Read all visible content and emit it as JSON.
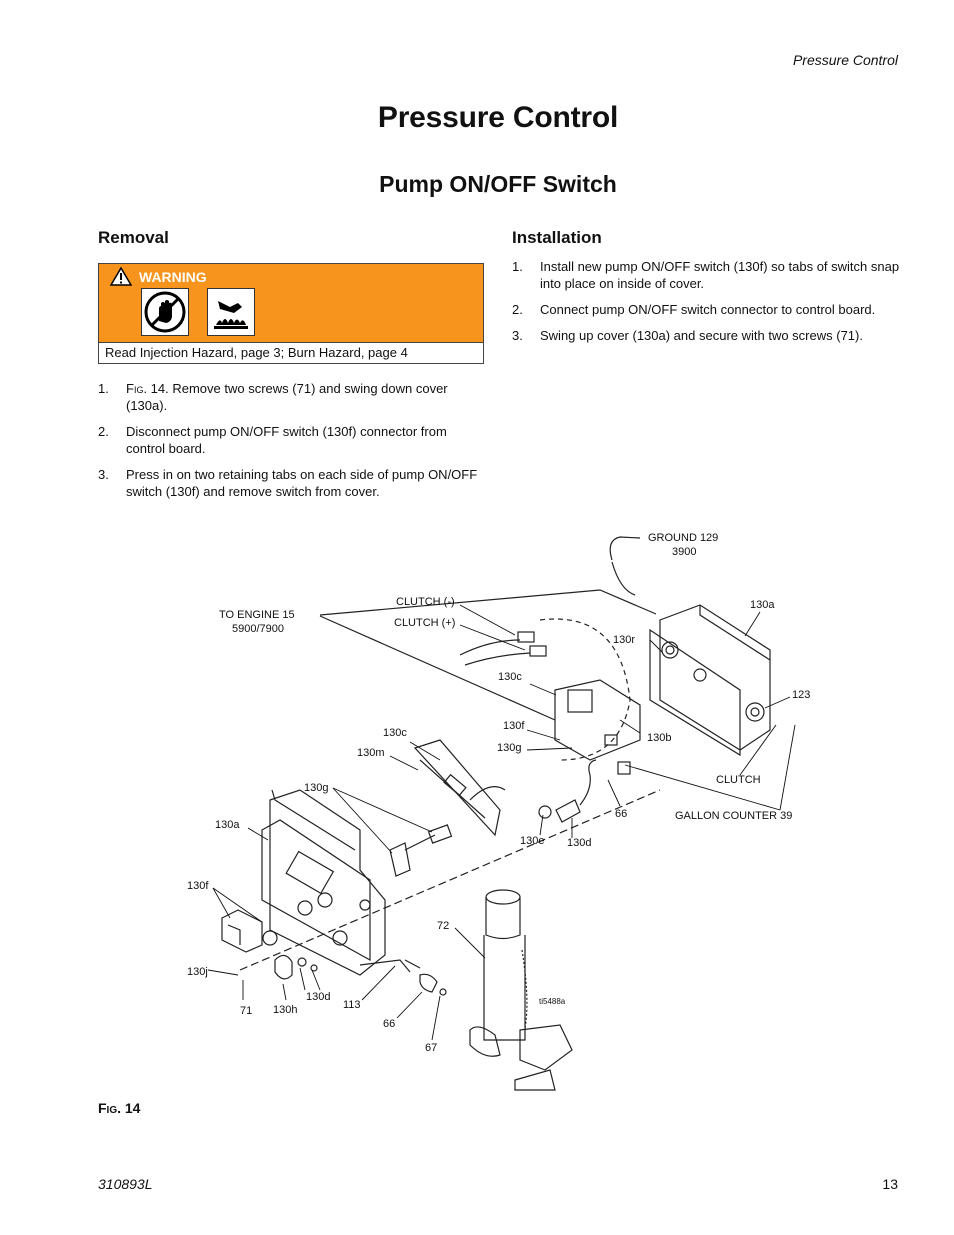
{
  "header": {
    "section": "Pressure Control"
  },
  "title": "Pressure Control",
  "subtitle": "Pump ON/OFF Switch",
  "removal": {
    "heading": "Removal",
    "warning": {
      "label": "WARNING",
      "text": "Read Injection Hazard, page 3; Burn Hazard, page 4",
      "icons": [
        "injection-hazard-icon",
        "burn-hazard-icon"
      ]
    },
    "steps": [
      {
        "num": "1.",
        "prefix": "Fig",
        "text": ". 14. Remove two screws (71) and swing down cover (130a)."
      },
      {
        "num": "2.",
        "text": "Disconnect pump ON/OFF switch (130f) connector from control board."
      },
      {
        "num": "3.",
        "text": "Press in on two retaining tabs on each side of pump ON/OFF switch (130f) and remove switch from cover."
      }
    ]
  },
  "installation": {
    "heading": "Installation",
    "steps": [
      {
        "num": "1.",
        "text": "Install new pump ON/OFF switch (130f) so tabs of switch snap into place on inside of cover."
      },
      {
        "num": "2.",
        "text": "Connect pump ON/OFF switch connector to control board."
      },
      {
        "num": "3.",
        "text": "Swing up cover (130a) and secure with two screws (71)."
      }
    ]
  },
  "figure": {
    "labels": {
      "ground_a": "GROUND 129",
      "ground_b": "3900",
      "to_engine_a": "TO ENGINE 15",
      "to_engine_b": "5900/7900",
      "clutch_minus": "CLUTCH (-)",
      "clutch_plus": "CLUTCH (+)",
      "l130a_top": "130a",
      "l130r": "130r",
      "l123": "123",
      "l130c_a": "130c",
      "l130f_a": "130f",
      "l130b": "130b",
      "l130g_a": "130g",
      "l130c_b": "130c",
      "l130m": "130m",
      "clutch": "CLUTCH",
      "gallon_counter": "GALLON COUNTER 39",
      "l130g_b": "130g",
      "l66_a": "66",
      "l130e": "130e",
      "l130d_a": "130d",
      "l130a_left": "130a",
      "l130f_b": "130f",
      "l72": "72",
      "l130j": "130j",
      "l130d_b": "130d",
      "l113": "113",
      "l71": "71",
      "l130h": "130h",
      "l66_b": "66",
      "l67": "67",
      "ti": "ti5488a"
    }
  },
  "figcap": {
    "prefix": "Fig",
    "num": ". 14"
  },
  "footer": {
    "doc": "310893L",
    "page": "13"
  }
}
